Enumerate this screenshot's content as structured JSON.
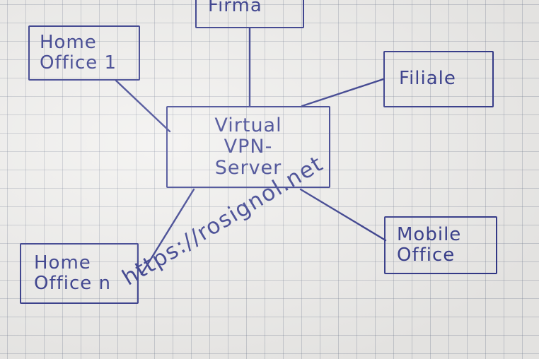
{
  "diagram": {
    "nodes": {
      "firma": {
        "lines": [
          "Firma"
        ]
      },
      "home1": {
        "lines": [
          "Home",
          "Office 1"
        ]
      },
      "filiale": {
        "lines": [
          "Filiale"
        ]
      },
      "vpn": {
        "lines": [
          "Virtual",
          "VPN-",
          "Server"
        ]
      },
      "homen": {
        "lines": [
          "Home",
          "Office n"
        ]
      },
      "mobile": {
        "lines": [
          "Mobile",
          "Office"
        ]
      }
    },
    "edges": [
      {
        "from": "vpn",
        "to": "firma"
      },
      {
        "from": "vpn",
        "to": "home1"
      },
      {
        "from": "vpn",
        "to": "filiale"
      },
      {
        "from": "vpn",
        "to": "homen"
      },
      {
        "from": "vpn",
        "to": "mobile"
      }
    ],
    "annotation": "https://rosignol.net",
    "colors": {
      "ink": "#2f3589",
      "paper": "#f1f0ee",
      "grid": "#8a93a8"
    }
  }
}
